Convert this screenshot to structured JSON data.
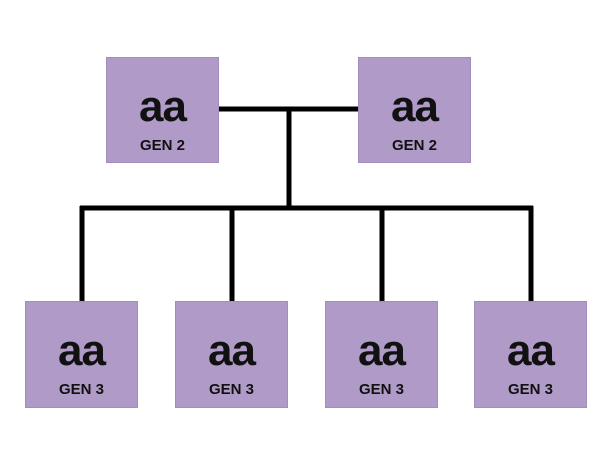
{
  "colors": {
    "box_fill": "#b09ac8",
    "line": "#000000",
    "text": "#111111"
  },
  "parents": [
    {
      "genotype": "aa",
      "generation": "GEN 2"
    },
    {
      "genotype": "aa",
      "generation": "GEN 2"
    }
  ],
  "children": [
    {
      "genotype": "aa",
      "generation": "GEN 3"
    },
    {
      "genotype": "aa",
      "generation": "GEN 3"
    },
    {
      "genotype": "aa",
      "generation": "GEN 3"
    },
    {
      "genotype": "aa",
      "generation": "GEN 3"
    }
  ]
}
